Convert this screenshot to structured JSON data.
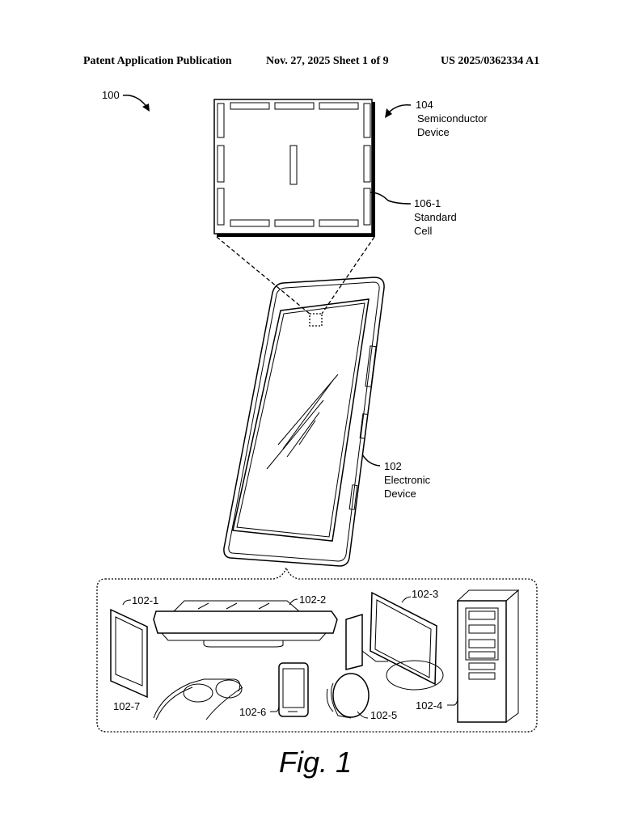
{
  "header": {
    "publication": "Patent Application Publication",
    "date_sheet": "Nov. 27, 2025  Sheet 1 of 9",
    "number": "US 2025/0362334 A1"
  },
  "figure": {
    "caption": "Fig. 1",
    "ref_system": "100",
    "semiconductor": {
      "ref": "104",
      "line1": "Semiconductor",
      "line2": "Device"
    },
    "standard_cell": {
      "ref": "106-1",
      "line1": "Standard",
      "line2": "Cell"
    },
    "electronic_device": {
      "ref": "102",
      "line1": "Electronic",
      "line2": "Device"
    },
    "examples": [
      "102-1",
      "102-2",
      "102-3",
      "102-4",
      "102-5",
      "102-6",
      "102-7"
    ]
  }
}
